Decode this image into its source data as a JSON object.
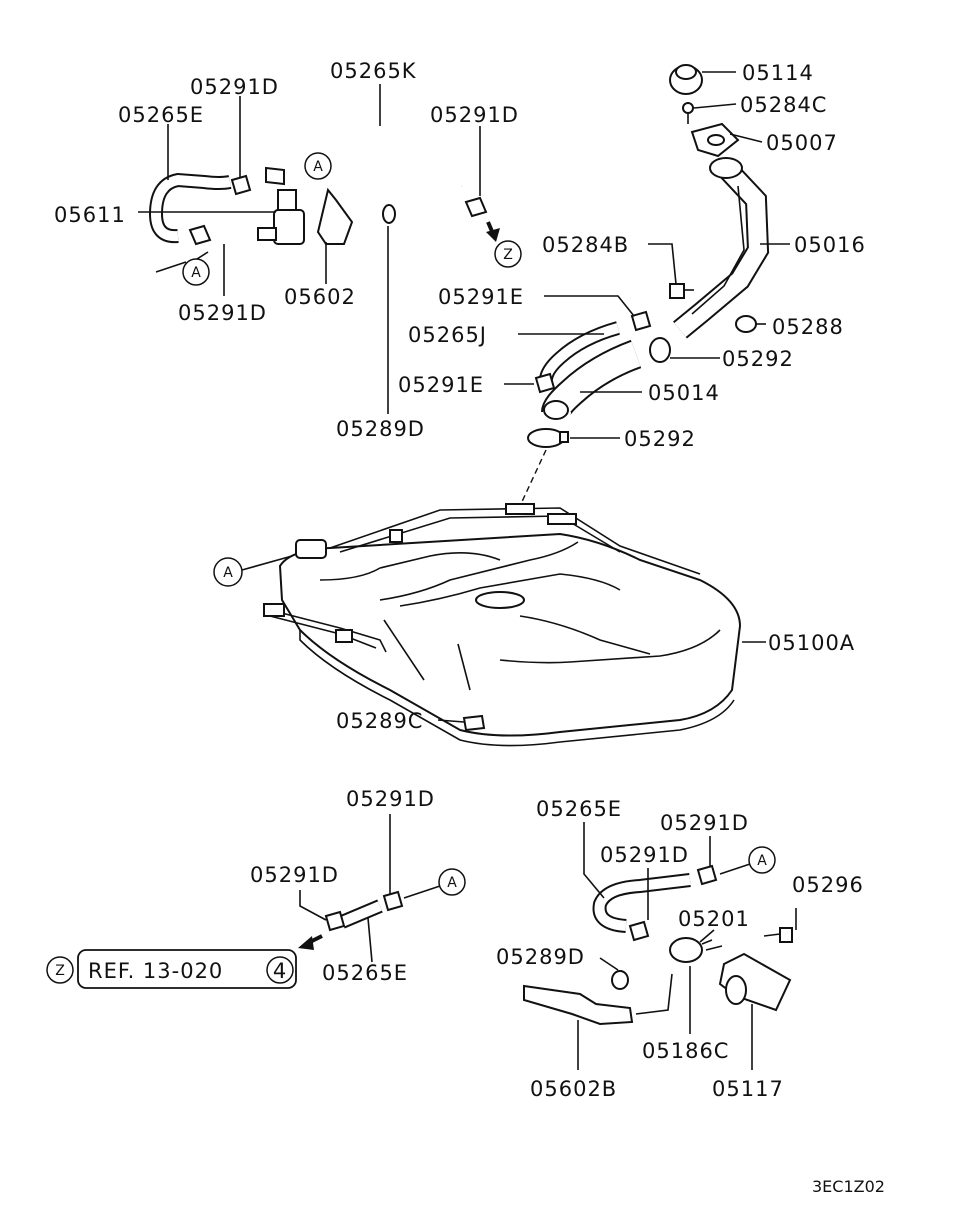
{
  "labels": {
    "l05265k": "05265K",
    "l05291d_a": "05291D",
    "l05265e_a": "05265E",
    "l05291d_b": "05291D",
    "l05611": "05611",
    "l05291d_c": "05291D",
    "l05602": "05602",
    "l05289d_a": "05289D",
    "l05114": "05114",
    "l05284c": "05284C",
    "l05007": "05007",
    "l05016": "05016",
    "l05284b": "05284B",
    "l05291e_a": "05291E",
    "l05288": "05288",
    "l05265j": "05265J",
    "l05292_a": "05292",
    "l05291e_b": "05291E",
    "l05014": "05014",
    "l05292_b": "05292",
    "l05100a": "05100A",
    "l05289c": "05289C",
    "l05291d_d": "05291D",
    "l05291d_e": "05291D",
    "l05265e_b": "05265E",
    "l05265e_c": "05265E",
    "l05291d_f": "05291D",
    "l05291d_g": "05291D",
    "l05296": "05296",
    "l05201": "05201",
    "l05289d_b": "05289D",
    "l05186c": "05186C",
    "l05602b": "05602B",
    "l05117": "05117"
  },
  "markers": {
    "a": "A",
    "z": "Z"
  },
  "reference": {
    "text": "REF. 13-020",
    "number": "4"
  },
  "diagram_code": "3EC1Z02"
}
